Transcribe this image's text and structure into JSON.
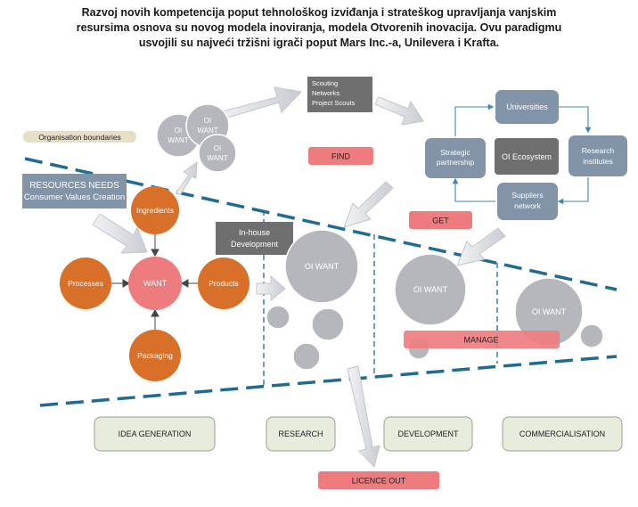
{
  "heading": {
    "line1": "Razvoj novih kompetencija poput tehnološkog izviđanja i strateškog upravljanja vanjskim",
    "line2": "resursima osnova su novog modela inoviranja, modela Otvorenih inovacija. Ovu paradigmu",
    "line3": "usvojili su najveći tržišni igrači poput Mars Inc.-a, Unilevera i Krafta."
  },
  "labels": {
    "org_boundaries": "Organisation boundaries",
    "resources_line1": "RESOURCES NEEDS",
    "resources_line2": "Consumer Values Creation",
    "scouting_line1": "Scouting",
    "scouting_line2": "Networks",
    "scouting_line3": "Project Scouts",
    "find": "FIND",
    "get": "GET",
    "manage": "MANAGE",
    "licence_out": "LICENCE OUT",
    "inhouse_line1": "In-house",
    "inhouse_line2": "Development"
  },
  "orange_nodes": {
    "ingredients": "Ingredients",
    "processes": "Processes",
    "products": "Products",
    "packaging": "Packaging"
  },
  "want_center": "WANT",
  "oi_small": {
    "line1": "OI",
    "line2": "WANT"
  },
  "oi_want": "OI WANT",
  "ecosystem": {
    "universities": "Universities",
    "strategic_line1": "Strategic",
    "strategic_line2": "partnership",
    "center": "OI Ecosystem",
    "research_line1": "Research",
    "research_line2": "institutes",
    "suppliers_line1": "Suppliers",
    "suppliers_line2": "network"
  },
  "stages": [
    "IDEA GENERATION",
    "RESEARCH",
    "DEVELOPMENT",
    "COMMERCIALISATION"
  ],
  "colors": {
    "orange": "#d8702a",
    "salmon": "#ee7b7e",
    "slate": "#8294a8",
    "dark_gray": "#6f6f6f",
    "circle_gray": "#b6b7bc",
    "beige": "#e6dfc6",
    "green_box": "#e7ecdd",
    "boundary_blue": "#1f6b93"
  }
}
